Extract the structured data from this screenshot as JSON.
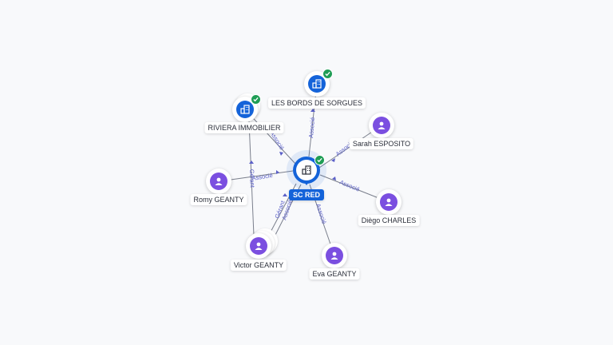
{
  "center": {
    "label": "SC RED"
  },
  "nodes": {
    "les_bords": {
      "label": "LES BORDS DE SORGUES",
      "type": "company"
    },
    "riviera": {
      "label": "RIVIERA IMMOBILIER",
      "type": "company"
    },
    "sarah": {
      "label": "Sarah ESPOSITO",
      "type": "person"
    },
    "romy": {
      "label": "Romy GEANTY",
      "type": "person"
    },
    "diego": {
      "label": "Diègo CHARLES",
      "type": "person"
    },
    "victor": {
      "label": "Victor GEANTY",
      "type": "person"
    },
    "eva": {
      "label": "Eva GEANTY",
      "type": "person"
    }
  },
  "edges": {
    "les_bords": "Associé",
    "riviera": "Associé",
    "sarah": "Associé",
    "romy": "Associé",
    "diego": "Associé",
    "eva": "Associé",
    "victor_1": "Gérant",
    "victor_2": "Associé",
    "riviera_victor": "Gérant"
  },
  "colors": {
    "company": "#1463d9",
    "person": "#7b4fe0",
    "verified": "#1f9d55",
    "edge": "#7a7f8c",
    "edge_label": "#5a5fc8"
  }
}
